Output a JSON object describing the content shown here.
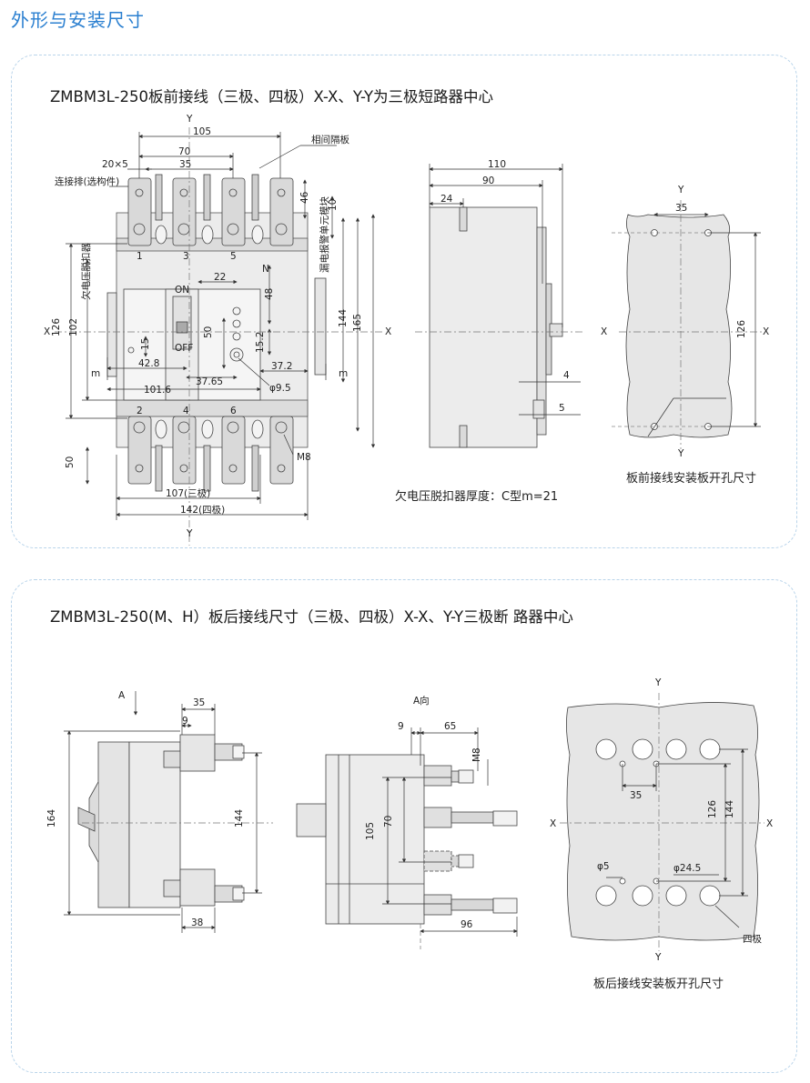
{
  "page_title": "外形与安装尺寸",
  "section1": {
    "heading": "ZMBM3L-250板前接线（三极、四极）X-X、Y-Y为三极短路器中心",
    "front_view": {
      "axis_y_top": "Y",
      "axis_y_bottom": "Y",
      "axis_x": "X",
      "dim_105": "105",
      "dim_70": "70",
      "dim_35": "35",
      "dim_20x5": "20×5",
      "label_partition": "相间隔板",
      "label_connector": "连接排(选构件)",
      "dim_46": "46",
      "dim_10": "10",
      "pole_1": "1",
      "pole_3": "3",
      "pole_5": "5",
      "pole_n": "N",
      "pole_2": "2",
      "pole_4": "4",
      "pole_6": "6",
      "dim_22": "22",
      "label_on": "ON",
      "label_off": "OFF",
      "dim_48": "48",
      "dim_50": "50",
      "dim_15": "15",
      "dim_15_2": "15.2",
      "dim_126": "126",
      "dim_102": "102",
      "label_undervoltage": "欠电压脱扣器",
      "label_leakage": "漏电报警单元模块",
      "dim_144": "144",
      "dim_165": "165",
      "dim_42_8": "42.8",
      "dim_37_65": "37.65",
      "dim_37_2": "37.2",
      "dim_101_6": "101.6",
      "dim_phi9_5": "φ9.5",
      "dim_m_left": "m",
      "dim_m_right": "m",
      "dim_m8": "M8",
      "dim_50_bottom": "50",
      "dim_107": "107(三极)",
      "dim_142": "142(四极)"
    },
    "side_view": {
      "dim_110": "110",
      "dim_90": "90",
      "dim_24": "24",
      "dim_4": "4",
      "dim_5": "5",
      "caption": "欠电压脱扣器厚度：C型m=21"
    },
    "mount_view": {
      "axis_y_top": "Y",
      "axis_y_bottom": "Y",
      "axis_x_left": "X",
      "axis_x_right": "X",
      "dim_35": "35",
      "dim_126": "126",
      "caption": "板前接线安装板开孔尺寸"
    }
  },
  "section2": {
    "heading": "ZMBM3L-250(M、H）板后接线尺寸（三极、四极）X-X、Y-Y三极断 路器中心",
    "side_view": {
      "label_a": "A",
      "dim_35": "35",
      "dim_9": "9",
      "dim_164": "164",
      "dim_144": "144",
      "dim_38": "38"
    },
    "a_view": {
      "label": "A向",
      "dim_9": "9",
      "dim_65": "65",
      "dim_m8": "M8",
      "dim_105": "105",
      "dim_70": "70",
      "dim_96": "96"
    },
    "mount_view": {
      "axis_y_top": "Y",
      "axis_y_bottom": "Y",
      "axis_x_left": "X",
      "axis_x_right": "X",
      "dim_35": "35",
      "dim_126": "126",
      "dim_144": "144",
      "dim_phi5": "φ5",
      "dim_phi24_5": "φ24.5",
      "label_four_pole": "四极",
      "caption": "板后接线安装板开孔尺寸"
    }
  }
}
